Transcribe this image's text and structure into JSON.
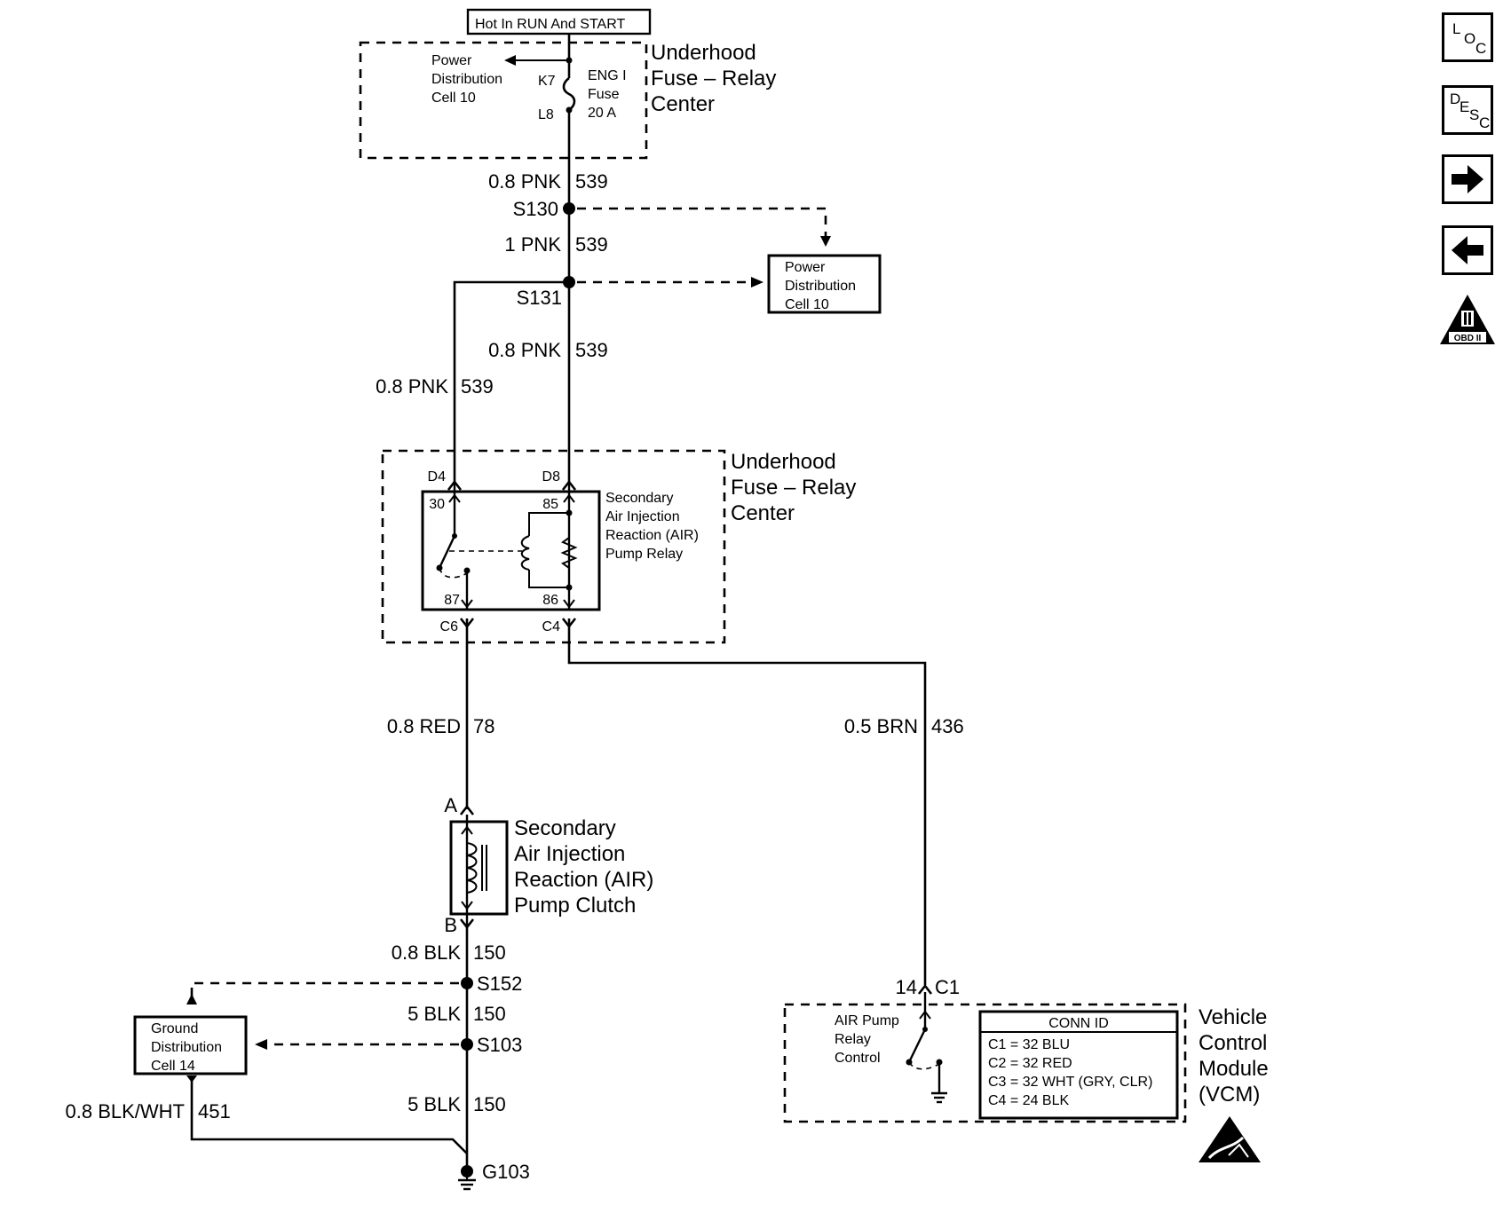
{
  "top_label": "Hot In RUN And START",
  "fuse_relay_center_top": {
    "title_lines": [
      "Underhood",
      "Fuse – Relay",
      "Center"
    ],
    "power_dist_lines": [
      "Power",
      "Distribution",
      "Cell 10"
    ],
    "pin_top": "K7",
    "pin_bottom": "L8",
    "fuse_lines": [
      "ENG I",
      "Fuse",
      "20 A"
    ]
  },
  "wires": {
    "w1": {
      "gauge": "0.8 PNK",
      "circuit": "539"
    },
    "w2": {
      "gauge": "1 PNK",
      "circuit": "539"
    },
    "w3": {
      "gauge": "0.8 PNK",
      "circuit": "539"
    },
    "w4": {
      "gauge": "0.8 PNK",
      "circuit": "539"
    },
    "w5": {
      "gauge": "0.8 RED",
      "circuit": "78"
    },
    "w6": {
      "gauge": "0.5 BRN",
      "circuit": "436"
    },
    "w7": {
      "gauge": "0.8 BLK",
      "circuit": "150"
    },
    "w8": {
      "gauge": "5 BLK",
      "circuit": "150"
    },
    "w9": {
      "gauge": "5 BLK",
      "circuit": "150"
    },
    "w10": {
      "gauge": "0.8 BLK/WHT",
      "circuit": "451"
    }
  },
  "splices": {
    "s130": "S130",
    "s131": "S131",
    "s152": "S152",
    "s103": "S103"
  },
  "ground": "G103",
  "power_dist_right_lines": [
    "Power",
    "Distribution",
    "Cell 10"
  ],
  "ground_dist_lines": [
    "Ground",
    "Distribution",
    "Cell 14"
  ],
  "relay_center": {
    "title_lines": [
      "Underhood",
      "Fuse – Relay",
      "Center"
    ],
    "connectors": {
      "d4": "D4",
      "d8": "D8",
      "c6": "C6",
      "c4": "C4"
    },
    "relay_pins": {
      "p30": "30",
      "p85": "85",
      "p87": "87",
      "p86": "86"
    },
    "relay_lines": [
      "Secondary",
      "Air Injection",
      "Reaction (AIR)",
      "Pump Relay"
    ]
  },
  "clutch": {
    "pin_a": "A",
    "pin_b": "B",
    "lines": [
      "Secondary",
      "Air Injection",
      "Reaction (AIR)",
      "Pump Clutch"
    ]
  },
  "vcm": {
    "pin": "14",
    "connector": "C1",
    "control_lines": [
      "AIR Pump",
      "Relay",
      "Control"
    ],
    "conn_id_title": "CONN ID",
    "conn_ids": [
      "C1 = 32 BLU",
      "C2 = 32 RED",
      "C3 = 32 WHT (GRY, CLR)",
      "C4 = 24 BLK"
    ],
    "title_lines": [
      "Vehicle",
      "Control",
      "Module",
      "(VCM)"
    ]
  },
  "nav": {
    "loc": {
      "l1": "L",
      "l2": "O",
      "l3": "C"
    },
    "desc": {
      "l1": "D",
      "l2": "E",
      "l3": "S",
      "l4": "C"
    },
    "next_icon": "arrow-right-icon",
    "prev_icon": "arrow-left-icon",
    "obd_label": "OBD II",
    "obd_numeral": "II"
  }
}
